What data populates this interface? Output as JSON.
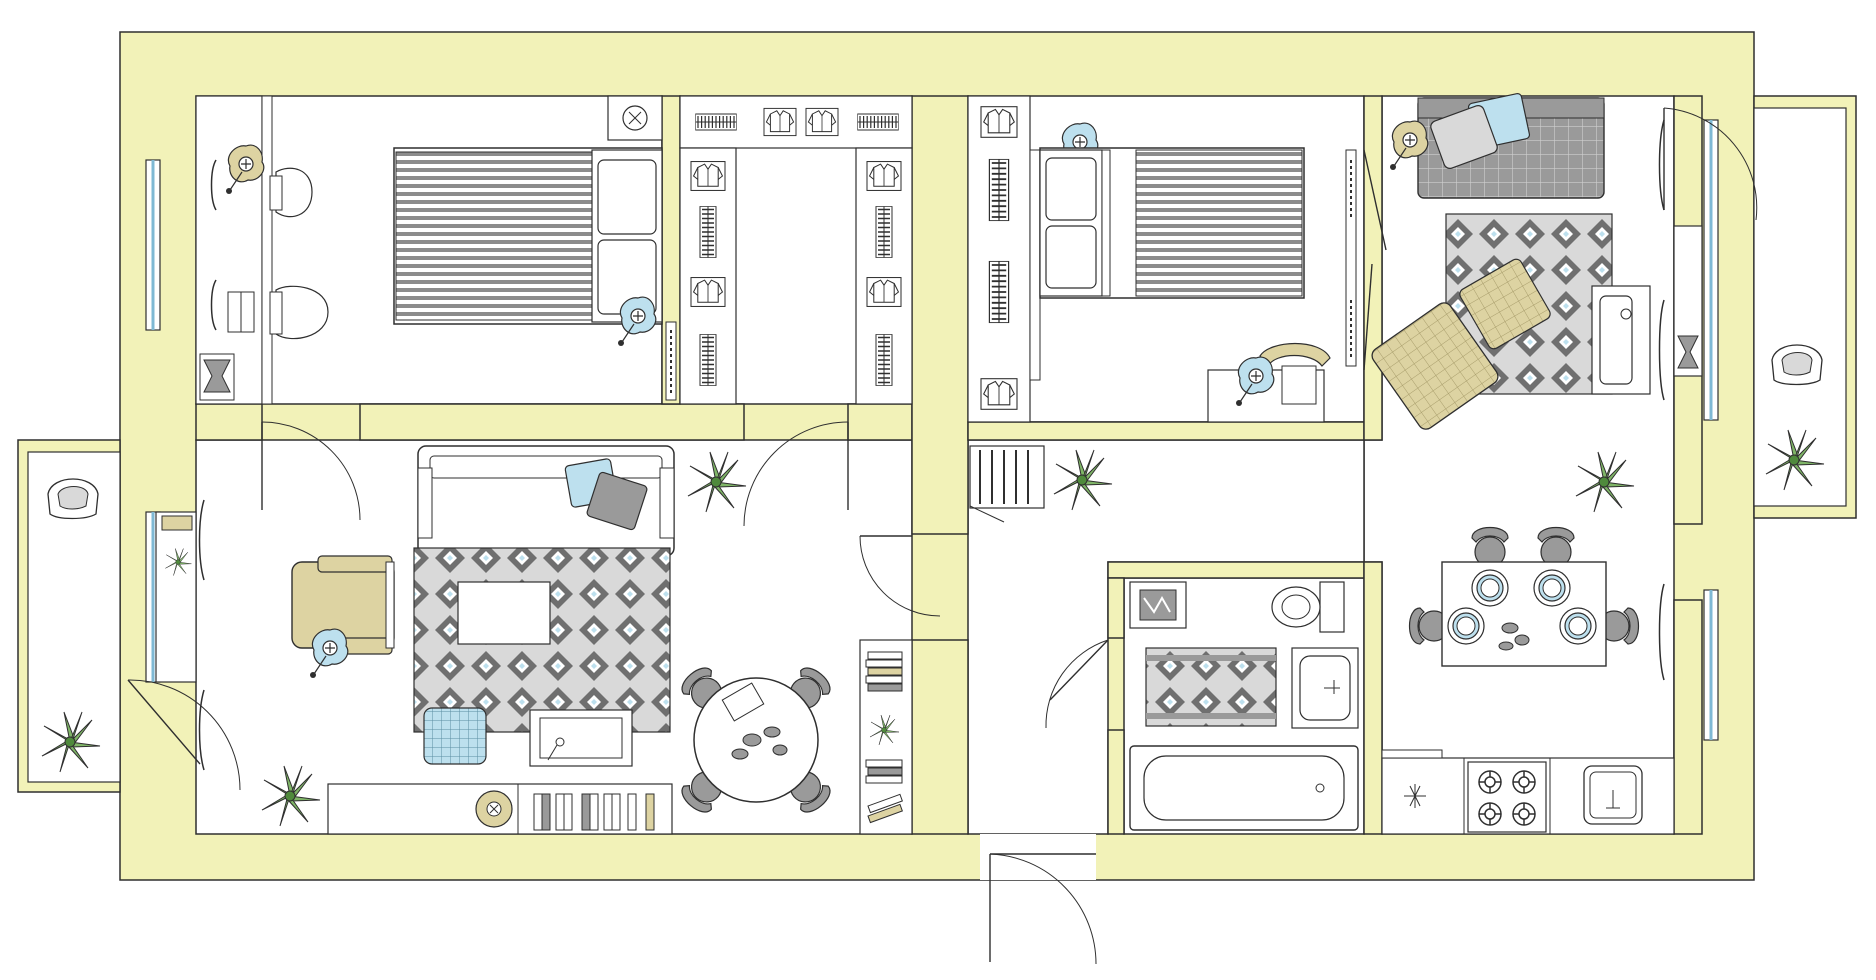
{
  "plan": {
    "colors": {
      "wall": "#f2f2b8",
      "outline": "#2f2f2f",
      "floor": "#ffffff",
      "furniture_gray": "#9a9a9a",
      "stripe": "#8c8c8c",
      "accent_blue": "#bde0ee",
      "accent_tan": "#ddd3a2",
      "plant_green": "#7fb567",
      "rug_dark": "#6f6f6f"
    },
    "rooms": [
      {
        "id": "bedroom-left"
      },
      {
        "id": "walk-in-closet"
      },
      {
        "id": "living-room"
      },
      {
        "id": "bedroom-right"
      },
      {
        "id": "kitchen-dining"
      },
      {
        "id": "bathroom"
      },
      {
        "id": "hallway"
      },
      {
        "id": "balcony-left"
      },
      {
        "id": "balcony-right"
      }
    ],
    "icons": {
      "bed": "bed-icon",
      "sofa": "sofa-icon",
      "armchair": "armchair-icon",
      "plant": "plant-icon",
      "lamp": "lamp-icon",
      "wardrobe": "wardrobe-icon",
      "rug": "rug-icon",
      "door": "door-icon",
      "window": "window-icon",
      "table": "table-icon",
      "chair": "chair-icon",
      "bathtub": "bathtub-icon",
      "sink": "sink-icon",
      "toilet": "toilet-icon",
      "stove": "stove-icon",
      "bookshelf": "bookshelf-icon",
      "desk": "desk-icon",
      "tv": "tv-icon"
    }
  }
}
